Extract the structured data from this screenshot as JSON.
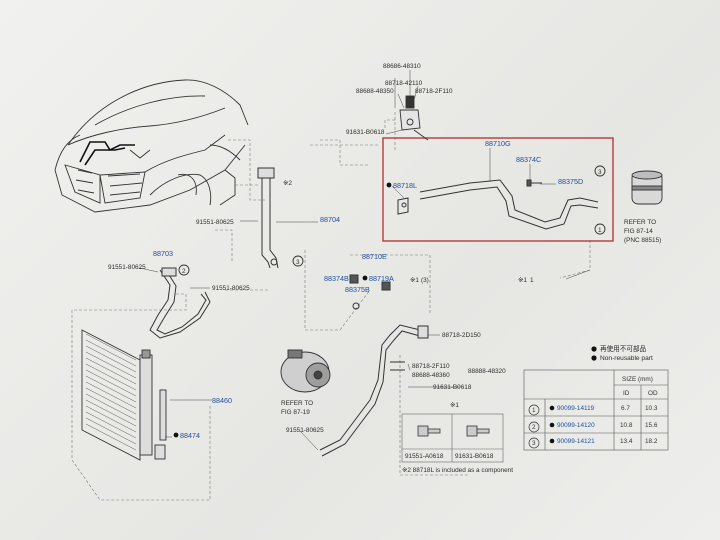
{
  "labels": {
    "p88686_48310": "88686-48310",
    "p88718_42110": "88718-42110",
    "p88688_48350": "88688-48350",
    "p88718_2F110_top": "88718-2F110",
    "p91631_B0618_top": "91631-B0618",
    "p88710G": "88710G",
    "p88374C": "88374C",
    "p88375D": "88375D",
    "p88718L": "88718L",
    "refer_87_14": [
      "REFER TO",
      "FIG 87-14",
      "(PNC 88515)"
    ],
    "p88704": "88704",
    "note2_mark": "※2",
    "p91551_80625_a": "91551-80625",
    "p88703": "88703",
    "p91551_80625_b": "91551-80625",
    "p91551_80625_c": "91551-80625",
    "p88710E": "88710E",
    "p88374B": "88374B",
    "p88719A": "88719A",
    "p88375B": "88375B",
    "note1_mark_mid": "※1",
    "note1_mark_right": "※1",
    "p88718_2D150": "88718-2D150",
    "p88718_2F110_mid": "88718-2F110",
    "p88888_48320": "88888-48320",
    "p88688_48360": "88688-48360",
    "p91631_B0618_mid": "91631-B0618",
    "refer_87_19": [
      "REFER TO",
      "FIG 87-19"
    ],
    "p88460": "88460",
    "p88474": "88474",
    "p91551_80625_d": "91551-80625",
    "note1_box_title": "※1",
    "note1_box_a": "91551-A0618",
    "note1_box_b": "91631-B0618",
    "footnote": "※2  88718L is included as a component",
    "circ3": "3",
    "circ1": "1",
    "circ2": "2",
    "paren3": "(3)"
  },
  "legend": {
    "item1": "再使用不可部品",
    "item2": "Non-reusable part"
  },
  "size_table": {
    "title": "SIZE (mm)",
    "headers": [
      "ID",
      "OD"
    ],
    "rows": [
      {
        "num": "1",
        "part": "90099-14119",
        "id": "6.7",
        "od": "10.3"
      },
      {
        "num": "2",
        "part": "90099-14120",
        "id": "10.8",
        "od": "15.6"
      },
      {
        "num": "3",
        "part": "90099-14121",
        "id": "13.4",
        "od": "18.2"
      }
    ]
  },
  "colors": {
    "highlight_box": "#b83a3a",
    "part_number": "#1f4fa0",
    "line": "#555555"
  }
}
